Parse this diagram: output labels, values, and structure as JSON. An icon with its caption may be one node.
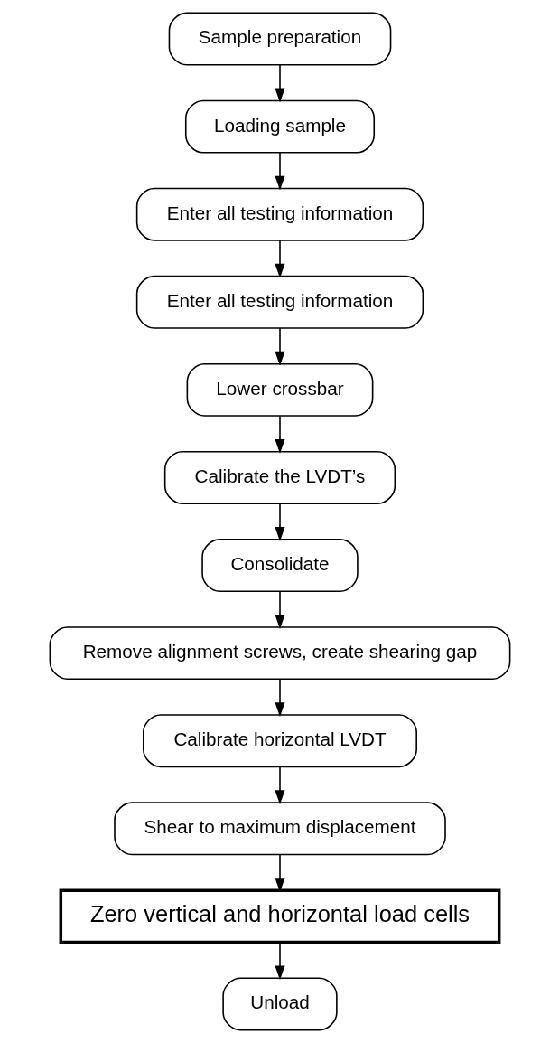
{
  "diagram": {
    "nodes": [
      {
        "text": [
          "Sample preparation"
        ]
      },
      {
        "text": [
          "Loading sample"
        ]
      },
      {
        "text": [
          "Enter all testing information"
        ]
      },
      {
        "text": [
          "Enter all testing information"
        ]
      },
      {
        "text": [
          "Lower crossbar"
        ]
      },
      {
        "text": [
          "Calibrate the LVDT’s"
        ]
      },
      {
        "text": [
          "Consolidate"
        ]
      },
      {
        "text": [
          "Remove alignment screws, create shearing gap"
        ]
      },
      {
        "text": [
          "Calibrate horizontal LVDT"
        ]
      },
      {
        "text": [
          "Shear to maximum displacement"
        ]
      },
      {
        "text": [
          "Zero vertical and horizontal load cells"
        ]
      },
      {
        "text": [
          "Unload"
        ]
      }
    ],
    "edges": [
      {
        "from": 0,
        "to": 1,
        "arrow": "to"
      },
      {
        "from": 1,
        "to": 2,
        "arrow": "to"
      },
      {
        "from": 2,
        "to": 3,
        "arrow": "to"
      },
      {
        "from": 3,
        "to": 4,
        "arrow": "to"
      },
      {
        "from": 4,
        "to": 5,
        "arrow": "to"
      },
      {
        "from": 5,
        "to": 6,
        "arrow": "to"
      },
      {
        "from": 6,
        "to": 7,
        "arrow": "to"
      },
      {
        "from": 7,
        "to": 8,
        "arrow": "to"
      },
      {
        "from": 8,
        "to": 9,
        "arrow": "to"
      },
      {
        "from": 9,
        "to": 10,
        "arrow": "to"
      },
      {
        "from": 10,
        "to": 11,
        "arrow": "to"
      }
    ]
  }
}
